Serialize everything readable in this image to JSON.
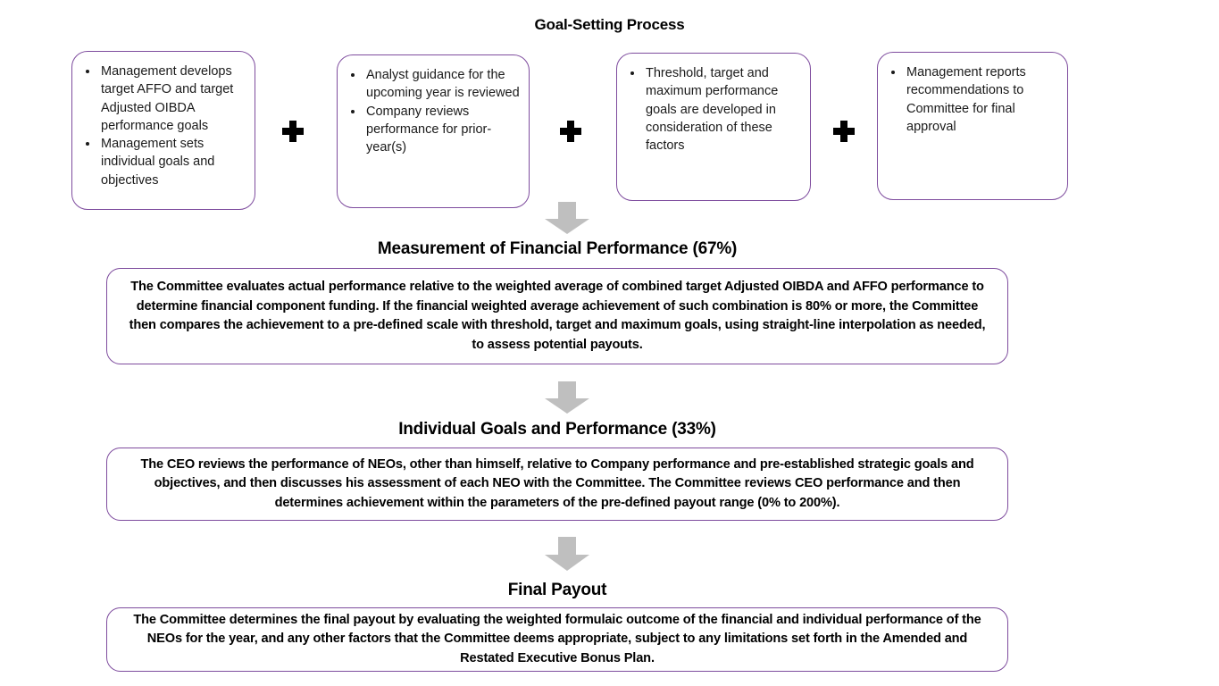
{
  "diagram": {
    "title": "Goal-Setting Process",
    "accent_color": "#7E4C9E",
    "arrow_color": "#BFBFBF",
    "plus_color": "#000000"
  },
  "top_row": {
    "boxes": [
      {
        "name": "management-goals",
        "bullets": [
          "Management develops target AFFO and target Adjusted OIBDA performance goals",
          "Management sets individual  goals and objectives"
        ]
      },
      {
        "name": "analyst-guidance",
        "bullets": [
          "Analyst guidance for the upcoming year is reviewed",
          "Company reviews performance for prior-year(s)"
        ]
      },
      {
        "name": "threshold-target-maximum",
        "bullets": [
          "Threshold, target and maximum performance goals are developed  in consideration of these factors"
        ]
      },
      {
        "name": "management-reports",
        "bullets": [
          "Management reports recommendations to Committee for final approval"
        ]
      }
    ],
    "connectors": [
      "+",
      "+",
      "+"
    ]
  },
  "sections": [
    {
      "name": "financial-performance",
      "heading": "Measurement of Financial Performance (67%)",
      "body": "The Committee evaluates actual performance relative to the weighted average of combined target Adjusted OIBDA and AFFO performance to determine financial component funding. If the financial weighted average achievement of such combination is 80% or more, the Committee then compares the achievement to a pre-defined scale with threshold, target and maximum  goals, using straight-line interpolation as needed, to assess potential payouts."
    },
    {
      "name": "individual-goals",
      "heading": "Individual Goals and Performance (33%)",
      "body": "The CEO reviews the performance of NEOs, other than himself, relative to Company performance and pre-established strategic goals and objectives, and then discusses his assessment of each NEO with the Committee.  The Committee reviews CEO performance and then determines achievement within the parameters of the pre-defined payout range (0% to 200%)."
    },
    {
      "name": "final-payout",
      "heading": "Final Payout",
      "body": "The Committee determines the final payout by evaluating the weighted formulaic outcome of the financial and individual performance of the NEOs for the year, and any other factors that the Committee deems appropriate, subject to any limitations set forth in the Amended and Restated Executive Bonus Plan."
    }
  ]
}
